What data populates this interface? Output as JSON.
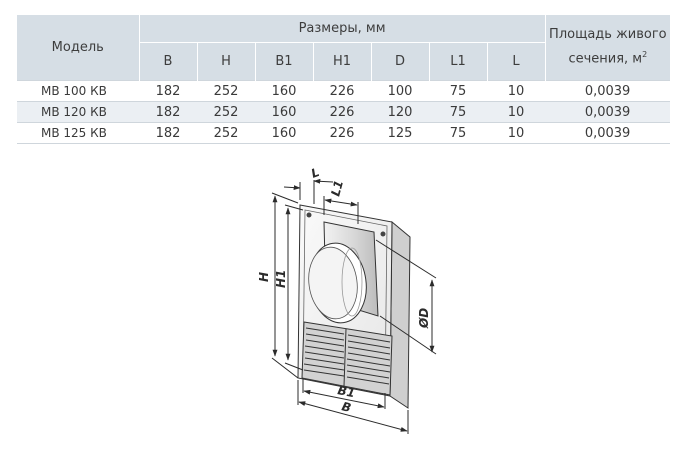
{
  "table": {
    "model_header": "Модель",
    "dimensions_header": "Размеры, мм",
    "area_header_line1": "Площадь живого",
    "area_header_line2": "сечения, м",
    "area_header_sup": "2",
    "columns": [
      "B",
      "H",
      "B1",
      "H1",
      "D",
      "L1",
      "L"
    ],
    "rows": [
      {
        "model": "МВ 100 КВ",
        "values": [
          "182",
          "252",
          "160",
          "226",
          "100",
          "75",
          "10"
        ],
        "area": "0,0039"
      },
      {
        "model": "МВ 120 КВ",
        "values": [
          "182",
          "252",
          "160",
          "226",
          "120",
          "75",
          "10"
        ],
        "area": "0,0039"
      },
      {
        "model": "МВ 125 КВ",
        "values": [
          "182",
          "252",
          "160",
          "226",
          "125",
          "75",
          "10"
        ],
        "area": "0,0039"
      }
    ]
  },
  "diagram": {
    "label_L": "L",
    "label_L1": "L1",
    "label_H": "H",
    "label_H1": "H1",
    "label_D": "ØD",
    "label_B1": "B1",
    "label_B": "B"
  }
}
